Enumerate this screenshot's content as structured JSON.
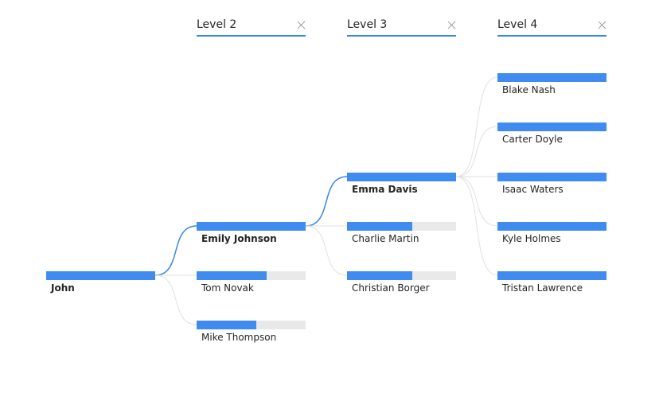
{
  "levels": [
    {
      "title": "Level 2"
    },
    {
      "title": "Level 3"
    },
    {
      "title": "Level 4"
    }
  ],
  "nodes": {
    "root": {
      "label": "John",
      "fill": 1.0,
      "selected": true
    },
    "level2": [
      {
        "label": "Emily Johnson",
        "fill": 1.0,
        "selected": true
      },
      {
        "label": "Tom Novak",
        "fill": 0.64,
        "selected": false
      },
      {
        "label": "Mike Thompson",
        "fill": 0.55,
        "selected": false
      }
    ],
    "level3": [
      {
        "label": "Emma Davis",
        "fill": 1.0,
        "selected": true
      },
      {
        "label": "Charlie Martin",
        "fill": 0.6,
        "selected": false
      },
      {
        "label": "Christian Borger",
        "fill": 0.6,
        "selected": false
      }
    ],
    "level4": [
      {
        "label": "Blake Nash",
        "fill": 1.0,
        "selected": false
      },
      {
        "label": "Carter Doyle",
        "fill": 1.0,
        "selected": false
      },
      {
        "label": "Isaac Waters",
        "fill": 1.0,
        "selected": false
      },
      {
        "label": "Kyle Holmes",
        "fill": 1.0,
        "selected": false
      },
      {
        "label": "Tristan Lawrence",
        "fill": 1.0,
        "selected": false
      }
    ]
  },
  "colors": {
    "accent": "#3a87e6",
    "bar_fill": "#3f8bf0",
    "bar_track": "#e9e9e9",
    "connector": "#e1e1e1"
  }
}
